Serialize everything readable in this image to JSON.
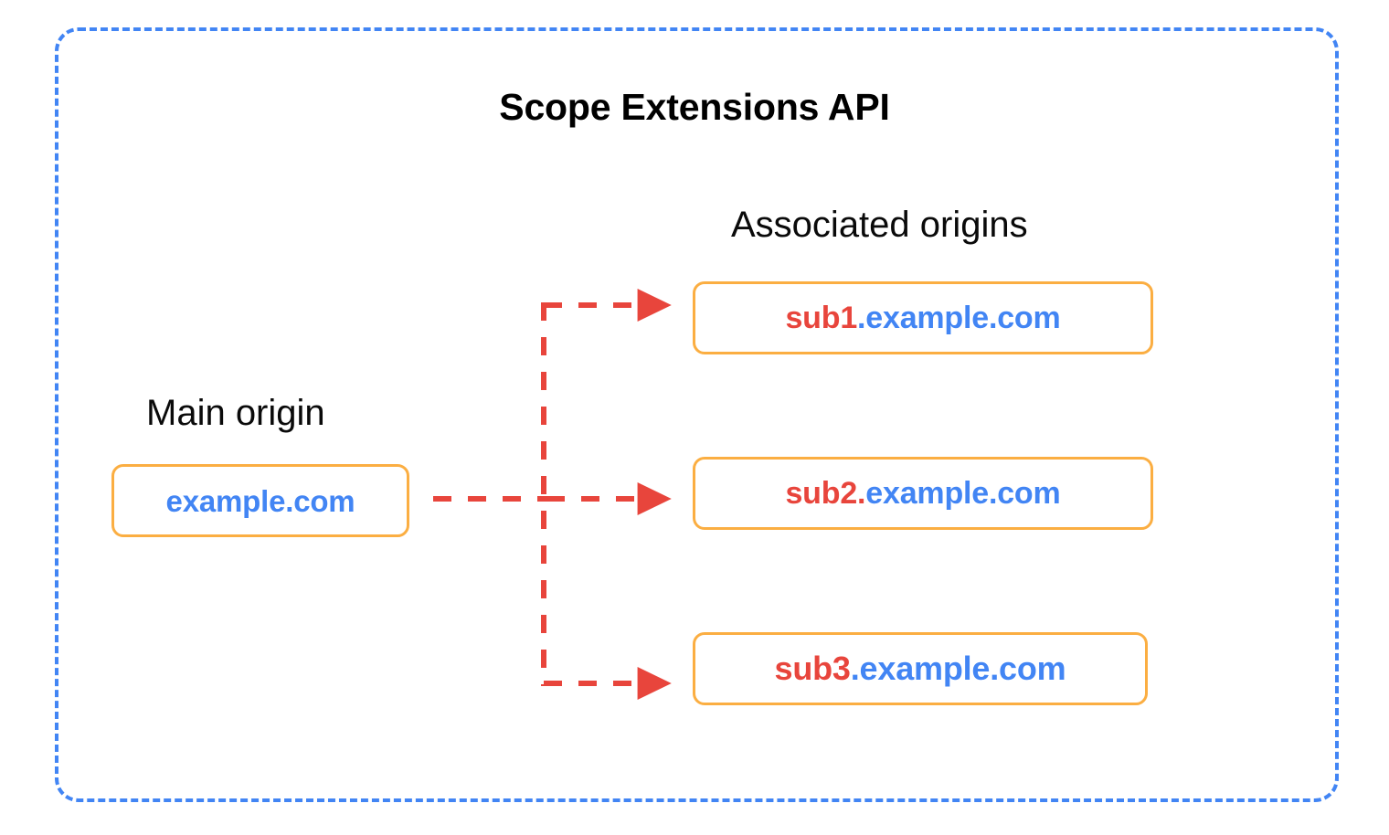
{
  "diagram": {
    "title": "Scope Extensions API",
    "frame_border_color": "#4285F4",
    "box_border_color": "#FBAE42",
    "arrow_color": "#E8453C",
    "domain_text_color": "#4285F4",
    "subdomain_text_color": "#E8453C",
    "title_color": "#000000"
  },
  "main_origin": {
    "label": "Main origin",
    "box": {
      "subdomain": "",
      "domain": "example.com",
      "full": "example.com"
    }
  },
  "associated_origins": {
    "label": "Associated origins",
    "boxes": [
      {
        "subdomain": "sub1",
        "domain": ".example.com",
        "full": "sub1.example.com"
      },
      {
        "subdomain": "sub2.",
        "domain": "example.com",
        "full": "sub2.example.com"
      },
      {
        "subdomain": "sub3",
        "domain": ".example.com",
        "full": "sub3.example.com"
      }
    ]
  },
  "connectors": {
    "style": "dashed",
    "arrowhead": "triangle",
    "count": 3,
    "description": "Main origin branches to three associated origins"
  }
}
